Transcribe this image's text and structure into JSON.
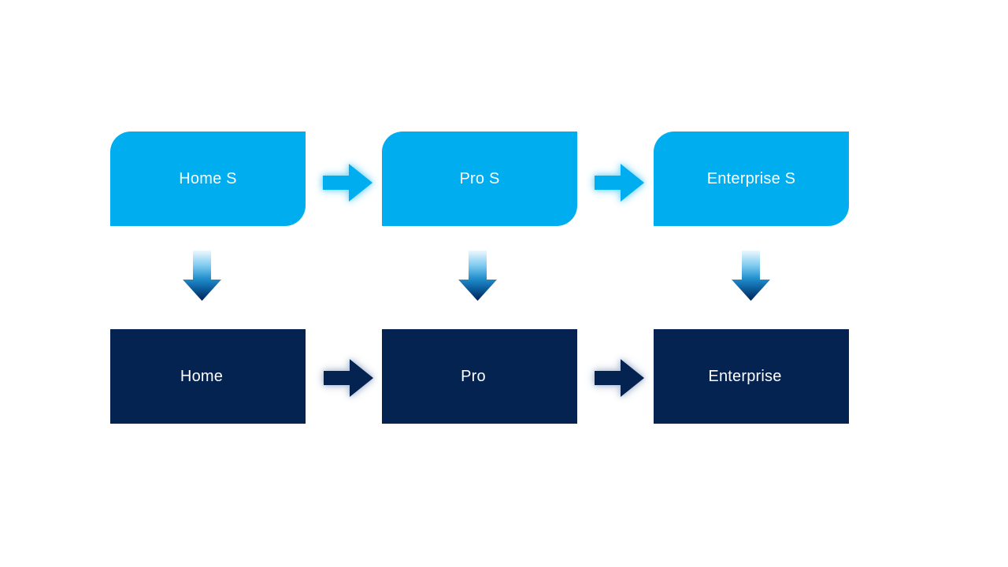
{
  "colors": {
    "background": "#ffffff",
    "light_blue": "#00aeef",
    "dark_navy": "#042351",
    "box_text": "#ffffff",
    "light_glow": "#8ddcf8",
    "dark_glow": "#b6c2d7",
    "down_grad_1": "#eef8fe",
    "down_grad_2": "#7fcbf0",
    "down_grad_3": "#2391cf",
    "down_grad_4": "#0d5f9f",
    "down_grad_5": "#032255"
  },
  "diagram": {
    "top_row": {
      "items": [
        {
          "label": "Home S"
        },
        {
          "label": "Pro S"
        },
        {
          "label": "Enterprise S"
        }
      ]
    },
    "bottom_row": {
      "items": [
        {
          "label": "Home"
        },
        {
          "label": "Pro"
        },
        {
          "label": "Enterprise"
        }
      ]
    },
    "icons": {
      "right_arrow": "right-arrow-icon",
      "down_arrow": "down-arrow-icon"
    }
  }
}
